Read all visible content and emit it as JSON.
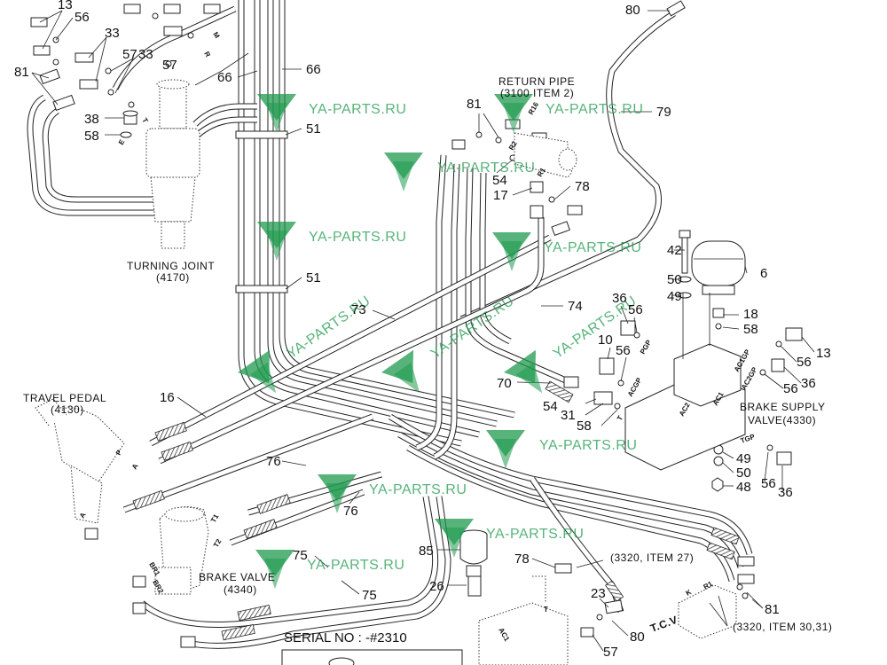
{
  "labels": {
    "return_pipe": "RETURN PIPE",
    "return_pipe_ref": "(3100 ITEM 2)",
    "turning_joint": "TURNING JOINT",
    "turning_joint_ref": "(4170)",
    "travel_pedal": "TRAVEL PEDAL",
    "travel_pedal_ref": "(4130)",
    "brake_supply_valve": "BRAKE SUPPLY",
    "brake_supply_valve_2": "VALVE(4330)",
    "brake_valve": "BRAKE VALVE",
    "brake_valve_ref": "(4340)",
    "ref_3320_27": "(3320, ITEM 27)",
    "ref_3320_3031": "(3320, ITEM 30,31)",
    "serial": "SERIAL NO : -#2310",
    "tcv": "T.C.V"
  },
  "watermark": {
    "text": "YA-PARTS.RU",
    "logo": "YP",
    "color": "#1f9a4e"
  },
  "callouts": {
    "c13a": "13",
    "c56a": "56",
    "c33a": "33",
    "c33b": "33",
    "c57a": "57",
    "c57b": "57",
    "c81a": "81",
    "c38": "38",
    "c58a": "58",
    "c66a": "66",
    "c66b": "66",
    "c51a": "51",
    "c51b": "51",
    "c80a": "80",
    "c79": "79",
    "c81b": "81",
    "c54a": "54",
    "c17": "17",
    "c78a": "78",
    "c42": "42",
    "c6": "6",
    "c50a": "50",
    "c49a": "49",
    "c73": "73",
    "c74": "74",
    "c36a": "36",
    "c56b": "56",
    "c18": "18",
    "c58b": "58",
    "c10": "10",
    "c56c": "56",
    "c13b": "13",
    "c56d": "56",
    "c36b": "36",
    "c56e": "56",
    "c70": "70",
    "c54b": "54",
    "c31": "31",
    "c58c": "58",
    "c16": "16",
    "c49b": "49",
    "c50b": "50",
    "c48": "48",
    "c56f": "56",
    "c36c": "36",
    "c76a": "76",
    "c76b": "76",
    "c85": "85",
    "c78b": "78",
    "c26": "26",
    "c75a": "75",
    "c75b": "75",
    "c23": "23",
    "c80b": "80",
    "c57c": "57",
    "c81c": "81"
  },
  "ports": {
    "p_r1": "R1",
    "p_r2": "R2",
    "p_r": "R",
    "p_t_tj": "T",
    "p_e": "E",
    "p_m": "M",
    "p_p": "P",
    "p_a": "A",
    "p_a2": "A",
    "p_t1": "T1",
    "p_t2": "T2",
    "p_br1": "BR1",
    "p_br2": "BR2",
    "p_pgp": "PGP",
    "p_acgp": "ACGP",
    "p_ac1gp": "AC1GP",
    "p_ac2gp": "AC2GP",
    "p_ac2": "AC2",
    "p_ac1": "AC1",
    "p_tgp": "TGP",
    "p_t_bsv": "T",
    "p_t_ac": "T",
    "p_ac1_b": "AC1",
    "p_k": "K",
    "p_tr": "R1",
    "p_r16": "R16"
  }
}
